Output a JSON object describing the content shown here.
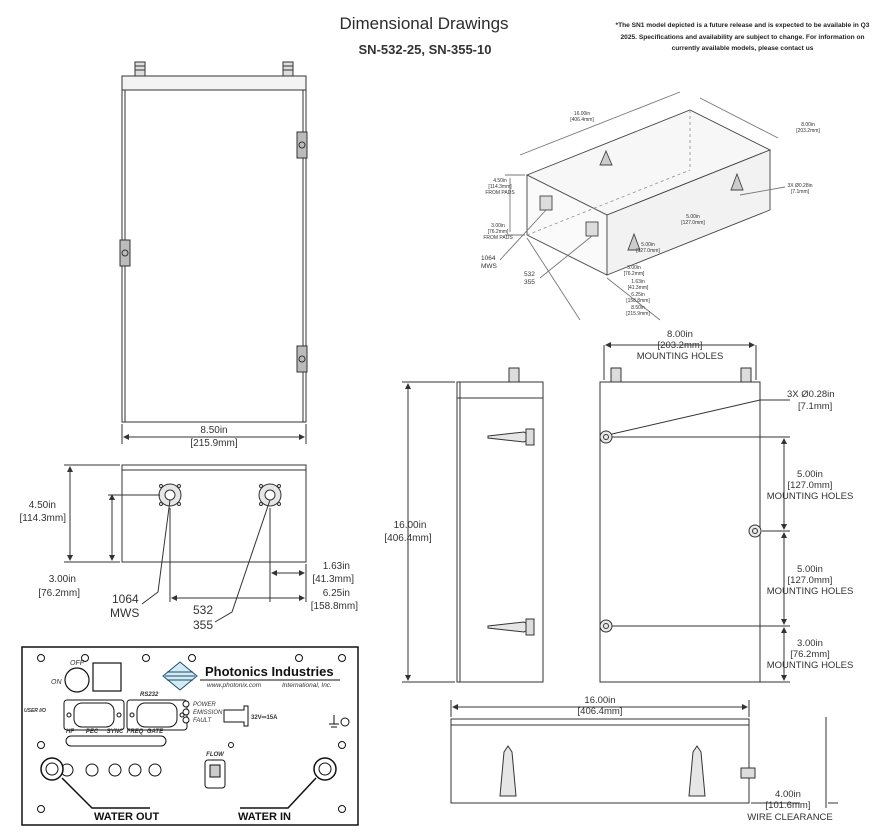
{
  "header": {
    "title": "Dimensional Drawings",
    "subtitle": "SN-532-25, SN-355-10",
    "notice_lines": [
      "*The SN1 model depicted is a future release and is expected to be available in Q3",
      "2025. Specifications and availability are subject to change. For information on",
      "currently available models, please contact us"
    ]
  },
  "top_view": {
    "width_in": "8.50in",
    "width_mm": "[215.9mm]"
  },
  "end_view": {
    "height_in": "4.50in",
    "height_mm": "[114.3mm]",
    "port_height_in": "3.00in",
    "port_height_mm": "[76.2mm]",
    "port1_offset_in": "1.63in",
    "port1_offset_mm": "[41.3mm]",
    "port2_offset_in": "6.25in",
    "port2_offset_mm": "[158.8mm]",
    "label_1064": "1064",
    "label_mws": "MWS",
    "label_532": "532",
    "label_355": "355"
  },
  "iso_view": {
    "labels": [
      "16.00in",
      "[406.4mm]",
      "8.00in",
      "[203.2mm]",
      "4.50in",
      "[114.3mm]",
      "FROM PADS",
      "3.00in",
      "[76.2mm]",
      "FROM PADS",
      "3X Ø0.28in",
      "[7.1mm]",
      "5.00in",
      "[127.0mm]",
      "5.00in",
      "[127.0mm]",
      "3.00in",
      "[76.2mm]",
      "1.63in",
      "[41.3mm]",
      "6.25in",
      "[158.8mm]",
      "8.50in",
      "[215.9mm]"
    ],
    "label_1064": "1064",
    "label_mws": "MWS",
    "label_532": "532",
    "label_355": "355"
  },
  "side_view": {
    "length_in": "16.00in",
    "length_mm": "[406.4mm]"
  },
  "bottom_view": {
    "width_in": "8.00in",
    "width_mm": "[203.2mm]",
    "mounting_holes": "MOUNTING HOLES",
    "hole_dia": "3X  Ø0.28in",
    "hole_dia_mm": "[7.1mm]",
    "spacing1_in": "5.00in",
    "spacing1_mm": "[127.0mm]",
    "spacing2_in": "5.00in",
    "spacing2_mm": "[127.0mm]",
    "spacing3_in": "3.00in",
    "spacing3_mm": "[76.2mm]"
  },
  "front_view": {
    "length_in": "16.00in",
    "length_mm": "[406.4mm]",
    "clearance_in": "4.00in",
    "clearance_mm": "[101.6mm]",
    "clearance_label": "WIRE CLEARANCE"
  },
  "panel": {
    "brand": "Photonics Industries",
    "url": "www.photonix.com",
    "intl": "International, Inc.",
    "off_label": "OFF",
    "on_label": "ON",
    "rs232": "RS232",
    "user_io": "USER I/O",
    "leds": [
      "POWER",
      "EMISSION",
      "FAULT"
    ],
    "power_rating": "32V⎓15A",
    "bnc_labels": [
      "HF",
      "PEC",
      "SYNC",
      "FREQ",
      "GATE"
    ],
    "flow": "FLOW",
    "water_out": "WATER OUT",
    "water_in": "WATER IN"
  }
}
